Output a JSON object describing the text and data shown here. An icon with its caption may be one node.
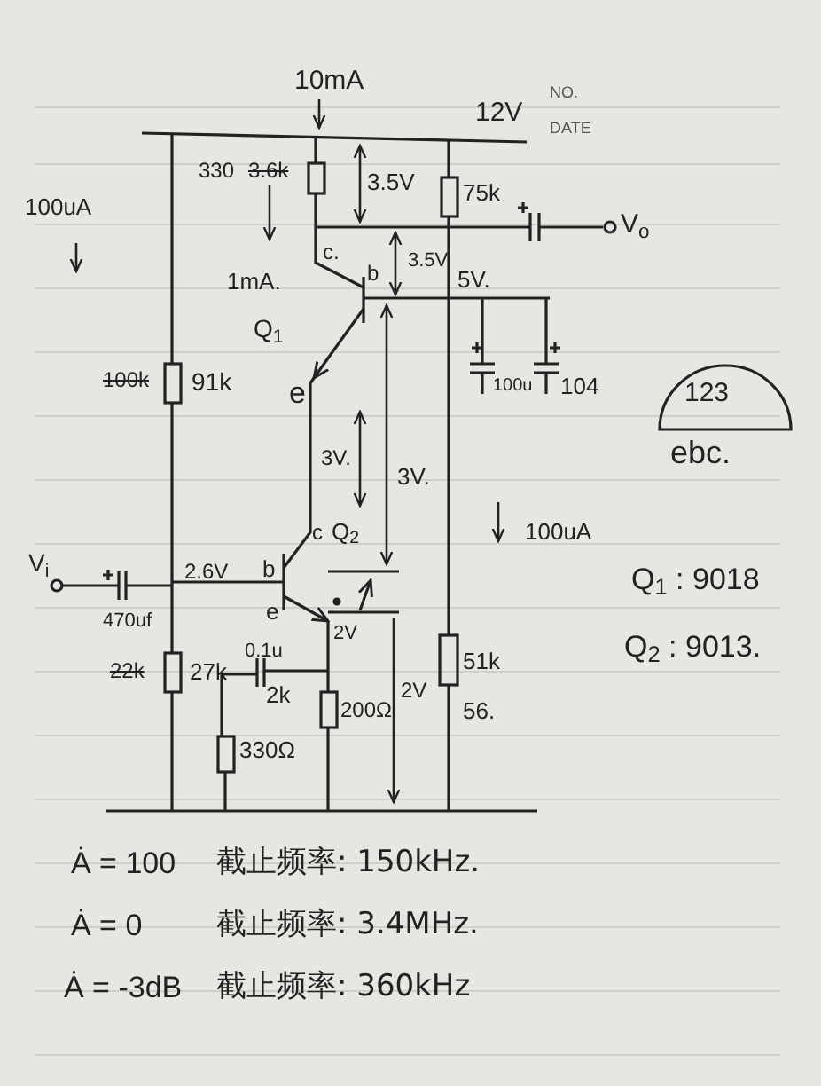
{
  "diagram": {
    "labels": [
      "NO.",
      "DATE",
      "10mA",
      "12V",
      "330",
      "3.6k",
      "3.5V",
      "75k",
      "V$_{o}$",
      "100uA",
      "1mA.",
      "c.",
      "3.5V",
      "b",
      "5V.",
      "Q$_{1}$",
      "e",
      "100k",
      "91k",
      "100u",
      "104",
      "123",
      "ebc.",
      "3V.",
      "3V.",
      "100uA",
      "c",
      "Q$_{2}$",
      "V$_{i}$",
      "2.6V",
      "b",
      "Q$_{1}$ : 9018",
      "470uf",
      "e",
      "2V",
      "Q$_{2}$ : 9013.",
      "22k",
      "27k",
      "0.1u",
      "2k",
      "200Ω",
      "2V",
      "51k",
      "56.",
      "330Ω",
      "Ȧ = 100",
      "截止频率: 150kHz.",
      "Ȧ = 0",
      "截止频率: 3.4MHz.",
      "Ȧ = -3dB",
      "截止频率: 360kHz"
    ]
  }
}
